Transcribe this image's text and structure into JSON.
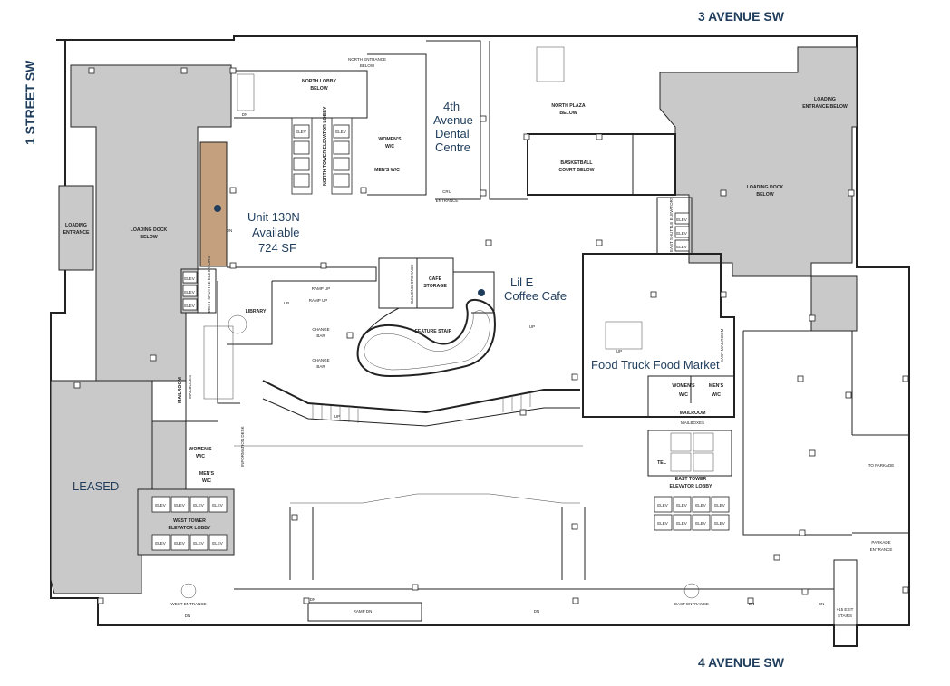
{
  "streets": {
    "top": "3 AVENUE SW",
    "bottom": "4 AVENUE SW",
    "left": "1 STREET SW"
  },
  "highlight": {
    "unit": "Unit 130N",
    "status": "Available",
    "area": "724 SF",
    "color": "#c4a07e"
  },
  "callouts": {
    "dental": [
      "4th",
      "Avenue",
      "Dental",
      "Centre"
    ],
    "coffee": [
      "Lil E",
      "Coffee Cafe"
    ],
    "food_market": "Food Truck Food Market",
    "leased": "LEASED",
    "marker_color": "#1f3d5c"
  },
  "rooms": {
    "north_entrance_below": [
      "NORTH ENTRANCE",
      "BELOW"
    ],
    "north_lobby_below": [
      "NORTH LOBBY",
      "BELOW"
    ],
    "north_plaza_below": [
      "NORTH PLAZA",
      "BELOW"
    ],
    "basketball_court_below": [
      "BASKETBALL",
      "COURT BELOW"
    ],
    "loading_entrance_below": [
      "LOADING",
      "ENTRANCE BELOW"
    ],
    "loading_dock_below_right": [
      "LOADING DOCK",
      "BELOW"
    ],
    "loading_dock_below_left": [
      "LOADING DOCK",
      "BELOW"
    ],
    "loading_entrance": [
      "LOADING",
      "ENTRANCE"
    ],
    "womens_wc_north": [
      "WOMEN'S",
      "W/C"
    ],
    "mens_wc_north": "MEN'S W/C",
    "cru_entrance": [
      "CRU",
      "ENTRANCE"
    ],
    "north_tower_lobby": "NORTH TOWER ELEVATOR LOBBY",
    "east_shuttle": "EAST SHUTTLE ELEVATORS",
    "west_shuttle": "WEST SHUTTLE ELEVATORS",
    "library": "LIBRARY",
    "feature_stair": "FEATURE STAIR",
    "cafe_storage": [
      "CAFE",
      "STORAGE"
    ],
    "building_storage": "BUILDING STORAGE",
    "change_bar_1": [
      "CHANGE",
      "BAR"
    ],
    "change_bar_2": [
      "CHANGE",
      "BAR"
    ],
    "mailroom_left": "MAILROOM",
    "mailboxes_left": "MAILBOXES",
    "womens_wc_west": [
      "WOMEN'S",
      "W/C"
    ],
    "mens_wc_west": [
      "MEN'S",
      "W/C"
    ],
    "west_tower_lobby": [
      "WEST TOWER",
      "ELEVATOR LOBBY"
    ],
    "womens_wc_east": [
      "WOMEN'S",
      "W/C"
    ],
    "mens_wc_east": [
      "MEN'S",
      "W/C"
    ],
    "mailroom_east": "MAILROOM",
    "mailboxes_east": "MAILBOXES",
    "east_tower_lobby": [
      "EAST TOWER",
      "ELEVATOR LOBBY"
    ],
    "east_mail": "EAST MAILROOM",
    "tel": "TEL",
    "to_parkade": "TO PARKADE",
    "parkade_entrance": [
      "PARKADE",
      "ENTRANCE"
    ],
    "exit_stairs": [
      "+15 EXIT",
      "STAIRS"
    ],
    "west_entrance": "WEST ENTRANCE",
    "east_entrance": "EAST ENTRANCE",
    "ramp_up": "RAMP UP",
    "ramp_up_2": "RAMP UP",
    "ramp_dn": "RAMP DN",
    "info_desk": "INFORMATION DESK",
    "elev": "ELEV",
    "up": "UP",
    "dn": "DN"
  }
}
